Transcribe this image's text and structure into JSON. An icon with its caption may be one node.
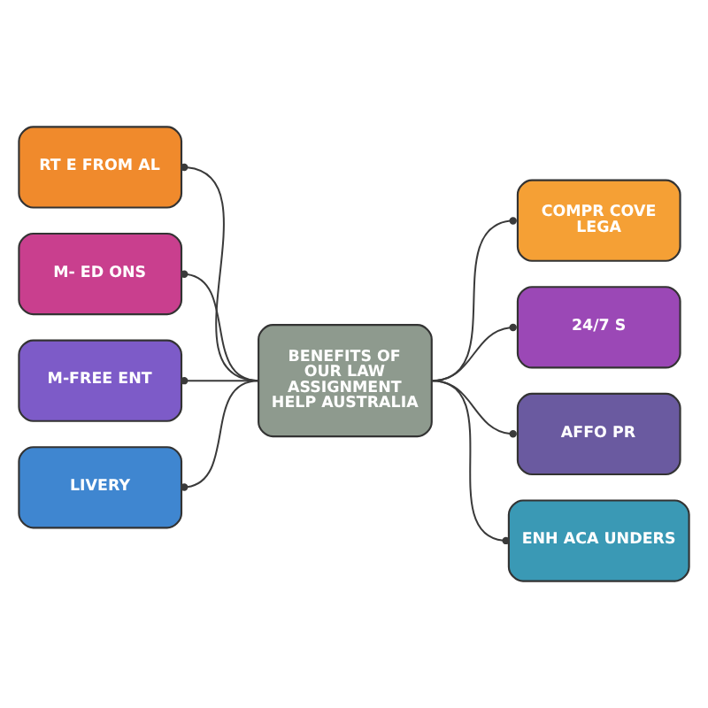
{
  "diagram": {
    "nodes": [
      {
        "text": [
          "RT E FROM AL"
        ]
      },
      {
        "text": [
          "M- ED ONS"
        ]
      },
      {
        "text": [
          "M-FREE ENT"
        ]
      },
      {
        "text": [
          "LIVERY"
        ]
      },
      {
        "text": [
          "BENEFITS OF OUR LAW ASSIGNMENT HELP AUSTRALIA"
        ]
      },
      {
        "text": [
          "COMPR COVE LEGA"
        ]
      },
      {
        "text": [
          "24/7 S"
        ]
      },
      {
        "text": [
          "AFFO PR"
        ]
      },
      {
        "text": [
          "ENH ACA UNDERS"
        ]
      }
    ],
    "edges": [
      {
        "from": 4,
        "to": 0,
        "arrow": "other"
      },
      {
        "from": 4,
        "to": 1,
        "arrow": "other"
      },
      {
        "from": 4,
        "to": 2,
        "arrow": "other"
      },
      {
        "from": 4,
        "to": 3,
        "arrow": "other"
      },
      {
        "from": 4,
        "to": 5,
        "arrow": "other"
      },
      {
        "from": 4,
        "to": 6,
        "arrow": "other"
      },
      {
        "from": 4,
        "to": 7,
        "arrow": "other"
      },
      {
        "from": 4,
        "to": 8,
        "arrow": "other"
      }
    ]
  }
}
